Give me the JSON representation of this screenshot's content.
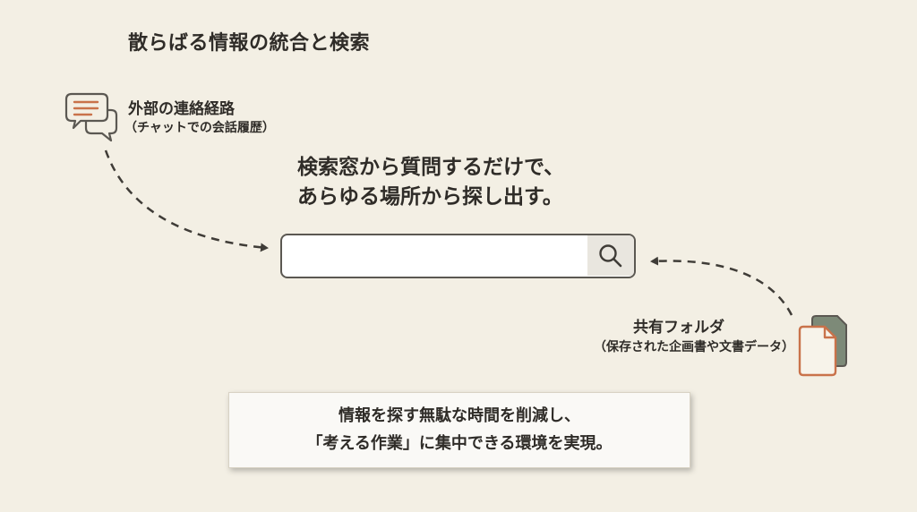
{
  "title": "散らばる情報の統合と検索",
  "chat_source": {
    "icon": "chat-bubbles-icon",
    "title": "外部の連絡経路",
    "subtitle": "（チャットでの会話履歴）"
  },
  "headline": {
    "line1": "検索窓から質問するだけで、",
    "line2": "あらゆる場所から探し出す。"
  },
  "search": {
    "value": "",
    "placeholder": "",
    "button_icon": "search-icon"
  },
  "folder_source": {
    "icon": "document-stack-icon",
    "title": "共有フォルダ",
    "subtitle": "（保存された企画書や文書データ）"
  },
  "callout": {
    "line1": "情報を探す無駄な時間を削減し、",
    "line2": "「考える作業」に集中できる環境を実現。"
  },
  "colors": {
    "background": "#f3efe4",
    "text": "#2f2c28",
    "accent_orange": "#c9724a",
    "icon_stroke": "#5b5852",
    "search_button_bg": "#e9e6df",
    "folder_back": "#7d8a78"
  }
}
